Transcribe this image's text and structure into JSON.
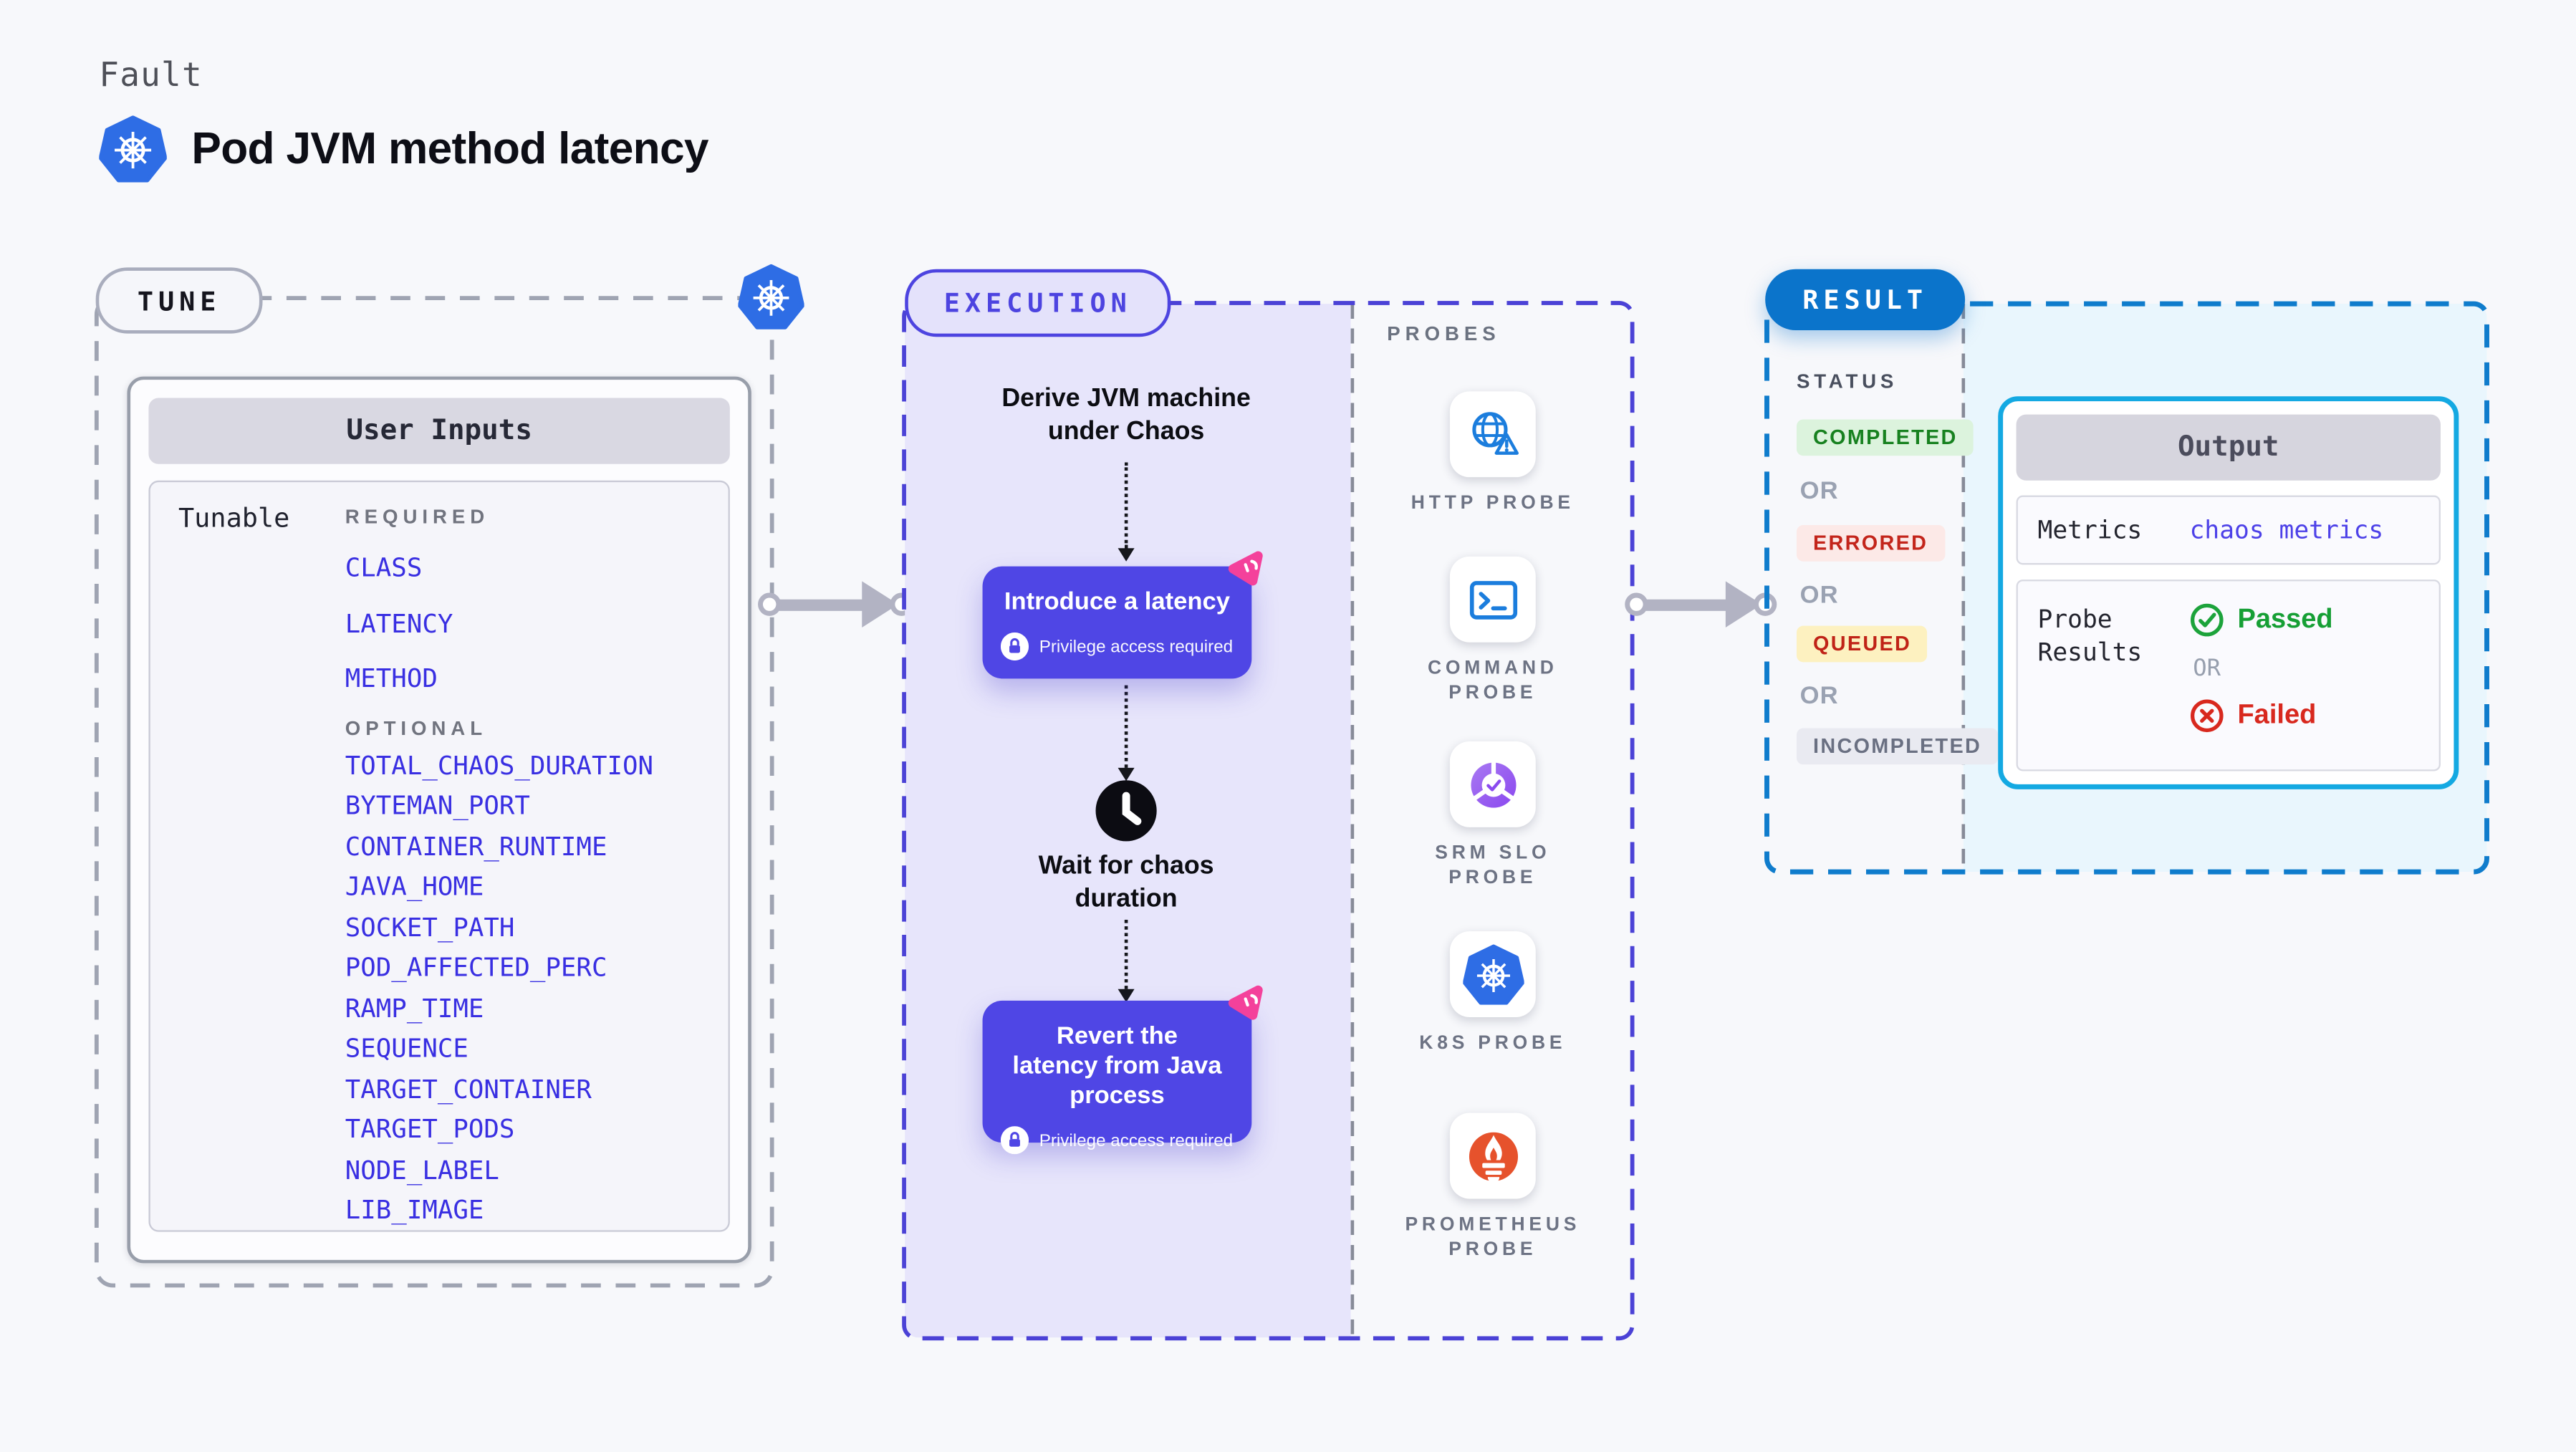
{
  "header": {
    "eyebrow": "Fault",
    "title": "Pod JVM method latency"
  },
  "tune": {
    "pill": "TUNE",
    "card_title": "User Inputs",
    "row_label": "Tunable",
    "sections": [
      {
        "label": "REQUIRED",
        "items": [
          "CLASS",
          "LATENCY",
          "METHOD"
        ]
      },
      {
        "label": "OPTIONAL",
        "items": [
          "TOTAL_CHAOS_DURATION",
          "BYTEMAN_PORT",
          "CONTAINER_RUNTIME",
          "JAVA_HOME",
          "SOCKET_PATH",
          "POD_AFFECTED_PERC",
          "RAMP_TIME",
          "SEQUENCE",
          "TARGET_CONTAINER",
          "TARGET_PODS",
          "NODE_LABEL",
          "LIB_IMAGE"
        ]
      }
    ]
  },
  "execution": {
    "pill": "EXECUTION",
    "step1": "Derive JVM machine under Chaos",
    "step2": {
      "title": "Introduce a latency",
      "note": "Privilege access required"
    },
    "step3": "Wait for chaos duration",
    "step4": {
      "title": "Revert the latency from Java process",
      "note": "Privilege access required"
    }
  },
  "probes": {
    "heading": "PROBES",
    "items": [
      "HTTP PROBE",
      "COMMAND PROBE",
      "SRM SLO PROBE",
      "K8S PROBE",
      "PROMETHEUS PROBE"
    ]
  },
  "result": {
    "pill": "RESULT",
    "status_heading": "STATUS",
    "or": "OR",
    "statuses": [
      "COMPLETED",
      "ERRORED",
      "QUEUED",
      "INCOMPLETED"
    ],
    "output": {
      "title": "Output",
      "metrics_label": "Metrics",
      "metrics_value": "chaos metrics",
      "probe_label": "Probe Results",
      "passed": "Passed",
      "or": "OR",
      "failed": "Failed"
    }
  },
  "colors": {
    "page_bg": "#f7f8fb",
    "accent_indigo": "#4f46e5",
    "tunable_link": "#392fe2",
    "execution_fill": "#e7e5fb",
    "result_blue": "#0b74cb",
    "result_fill": "#e9f6fd",
    "output_border": "#14a9e2",
    "completed_bg": "#dcf3dd",
    "completed_text": "#17811f",
    "errored_bg": "#fce9e7",
    "errored_text": "#c3251b",
    "queued_bg": "#fdf1c0",
    "queued_text": "#c02317",
    "incompleted_bg": "#e9eaf1",
    "incompleted_text": "#6a7082",
    "passed_green": "#169f35",
    "failed_red": "#d8281e",
    "kubernetes_blue": "#2e6de5",
    "probe_icon_blue": "#1b7ddd",
    "prometheus_orange": "#e6522c",
    "litmus_pink": "#f4419b"
  }
}
